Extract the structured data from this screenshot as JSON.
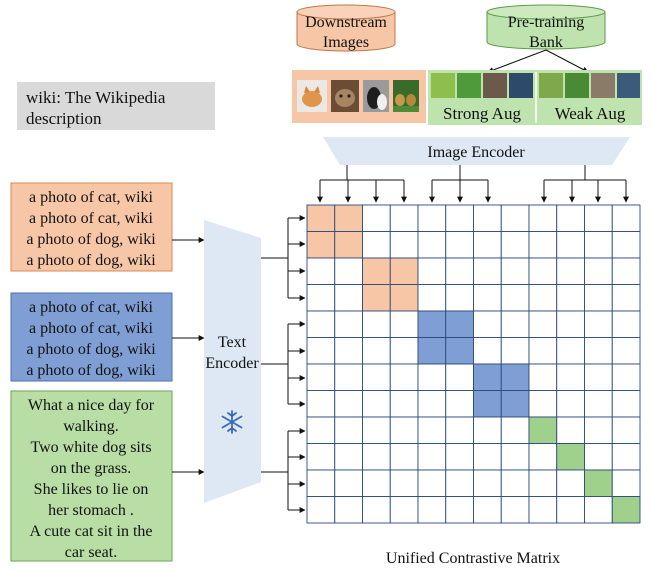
{
  "legend_note": {
    "line1": "wiki: The Wikipedia",
    "line2": "description"
  },
  "downstream": {
    "line1": "Downstream",
    "line2": "Images",
    "color": "#f6c6a6",
    "images": [
      "orange-cat-photo",
      "tabby-cat-photo",
      "black-white-dog-photo",
      "puppies-on-grass-photo"
    ]
  },
  "pretraining": {
    "line1": "Pre-training",
    "line2": "Bank",
    "color": "#bfe3ae",
    "strong_label": "Strong Aug",
    "weak_label": "Weak Aug"
  },
  "image_encoder": {
    "label": "Image Encoder",
    "color": "#dde8f4"
  },
  "text_encoder": {
    "line1": "Text",
    "line2": "Encoder",
    "color": "#dde8f4",
    "frozen_icon": "snowflake-icon"
  },
  "orange_group": {
    "color": "#f6c6a6",
    "lines": [
      "a photo of cat, wiki",
      "a photo of cat, wiki",
      "a photo of dog, wiki",
      "a photo of dog, wiki"
    ]
  },
  "blue_group": {
    "color": "#7f9fd4",
    "lines": [
      "a photo of cat, wiki",
      "a photo of cat, wiki",
      "a photo of dog, wiki",
      "a photo of dog, wiki"
    ]
  },
  "green_group": {
    "color": "#b9dea5",
    "lines": [
      "What a nice day for",
      "walking.",
      "Two white dog sits",
      "on the grass.",
      "She likes to lie on",
      "her stomach .",
      "A cute cat sit in the",
      "car seat."
    ]
  },
  "matrix": {
    "caption": "Unified Contrastive Matrix",
    "size": 12,
    "colors": {
      "orange": "#f6c6a6",
      "blue": "#7f9fd4",
      "green": "#9fd08c"
    },
    "orange_cells": [
      [
        0,
        0
      ],
      [
        0,
        1
      ],
      [
        1,
        0
      ],
      [
        1,
        1
      ],
      [
        2,
        2
      ],
      [
        2,
        3
      ],
      [
        3,
        2
      ],
      [
        3,
        3
      ]
    ],
    "blue_cells": [
      [
        4,
        4
      ],
      [
        4,
        5
      ],
      [
        5,
        4
      ],
      [
        5,
        5
      ],
      [
        6,
        6
      ],
      [
        6,
        7
      ],
      [
        7,
        6
      ],
      [
        7,
        7
      ]
    ],
    "green_cells": [
      [
        8,
        8
      ],
      [
        9,
        9
      ],
      [
        10,
        10
      ],
      [
        11,
        11
      ]
    ]
  }
}
